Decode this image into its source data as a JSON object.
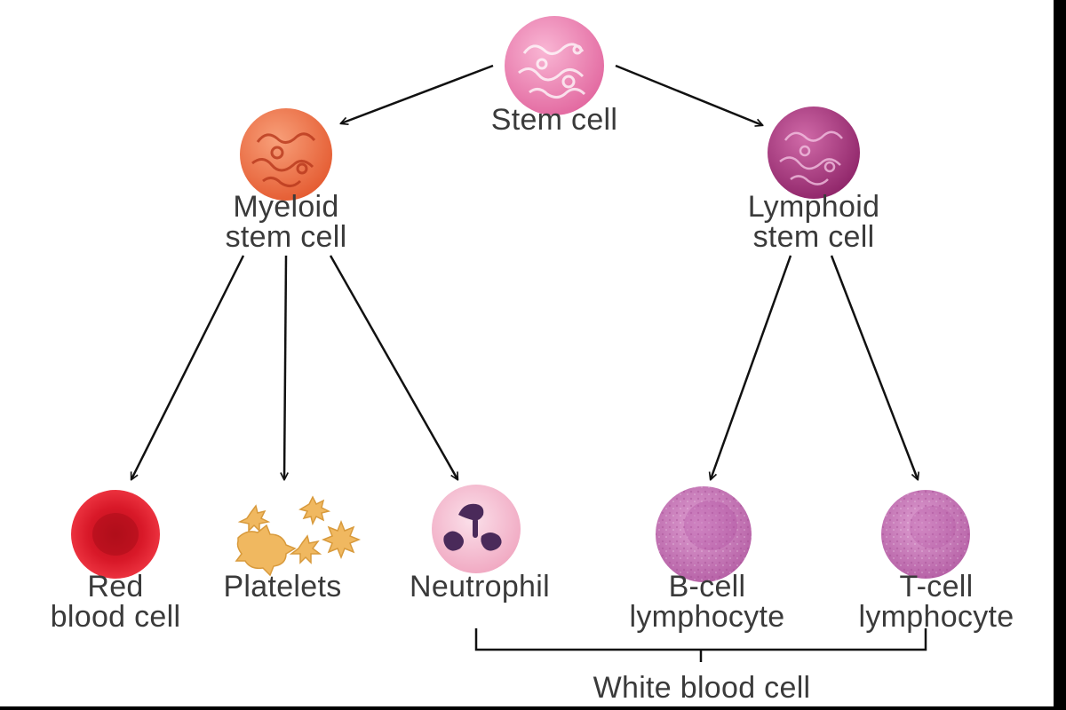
{
  "nodes": {
    "stem_cell": {
      "label": "Stem cell"
    },
    "myeloid": {
      "line1": "Myeloid",
      "line2": "stem cell"
    },
    "lymphoid": {
      "line1": "Lymphoid",
      "line2": "stem cell"
    },
    "red_blood_cell": {
      "line1": "Red",
      "line2": "blood cell"
    },
    "platelets": {
      "label": "Platelets"
    },
    "neutrophil": {
      "label": "Neutrophil"
    },
    "b_cell": {
      "line1": "B-cell",
      "line2": "lymphocyte"
    },
    "t_cell": {
      "line1": "T-cell",
      "line2": "lymphocyte"
    }
  },
  "group": {
    "label": "White blood cell"
  },
  "colors": {
    "stem_cell": "#f08ab8",
    "myeloid": "#f0744a",
    "lymphoid": "#b03a86",
    "red_blood_cell": "#e3202d",
    "platelets": "#f0b860",
    "neutrophil": "#f6c8d8",
    "neutrophil_nucleus": "#4a2a5a",
    "lymphocyte": "#c878b8",
    "arrow": "#111111",
    "text": "#3a3a3a"
  }
}
